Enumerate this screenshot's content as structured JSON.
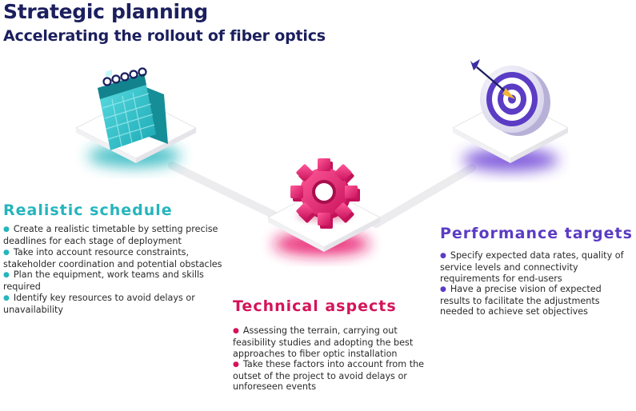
{
  "header": {
    "title": "Strategic planning",
    "subtitle": "Accelerating the rollout of fiber optics"
  },
  "colors": {
    "navy": "#1b1f5e",
    "teal": "#25b5bd",
    "pink": "#d4145a",
    "purple": "#5b3cc4"
  },
  "nodes": {
    "schedule": {
      "icon": "calendar-icon",
      "heading": "Realistic schedule",
      "bullets": [
        "Create a realistic timetable by setting precise deadlines for each stage of deployment",
        "Take into account resource constraints, stakeholder coordination and potential  obstacles",
        "Plan the equipment, work teams and skills required",
        "Identify key resources to avoid delays or unavailability"
      ]
    },
    "technical": {
      "icon": "gear-icon",
      "heading": "Technical aspects",
      "bullets": [
        "Assessing the terrain, carrying out feasibility studies and adopting the best approaches to fiber optic installation",
        "Take these factors into account from the outset of the project to avoid delays or unforeseen events"
      ]
    },
    "performance": {
      "icon": "target-icon",
      "heading": "Performance targets",
      "bullets": [
        "Specify expected data rates, quality of service levels and connectivity requirements for end-users",
        "Have a precise vision of expected results to facilitate the adjustments needed to achieve set objectives"
      ]
    }
  }
}
